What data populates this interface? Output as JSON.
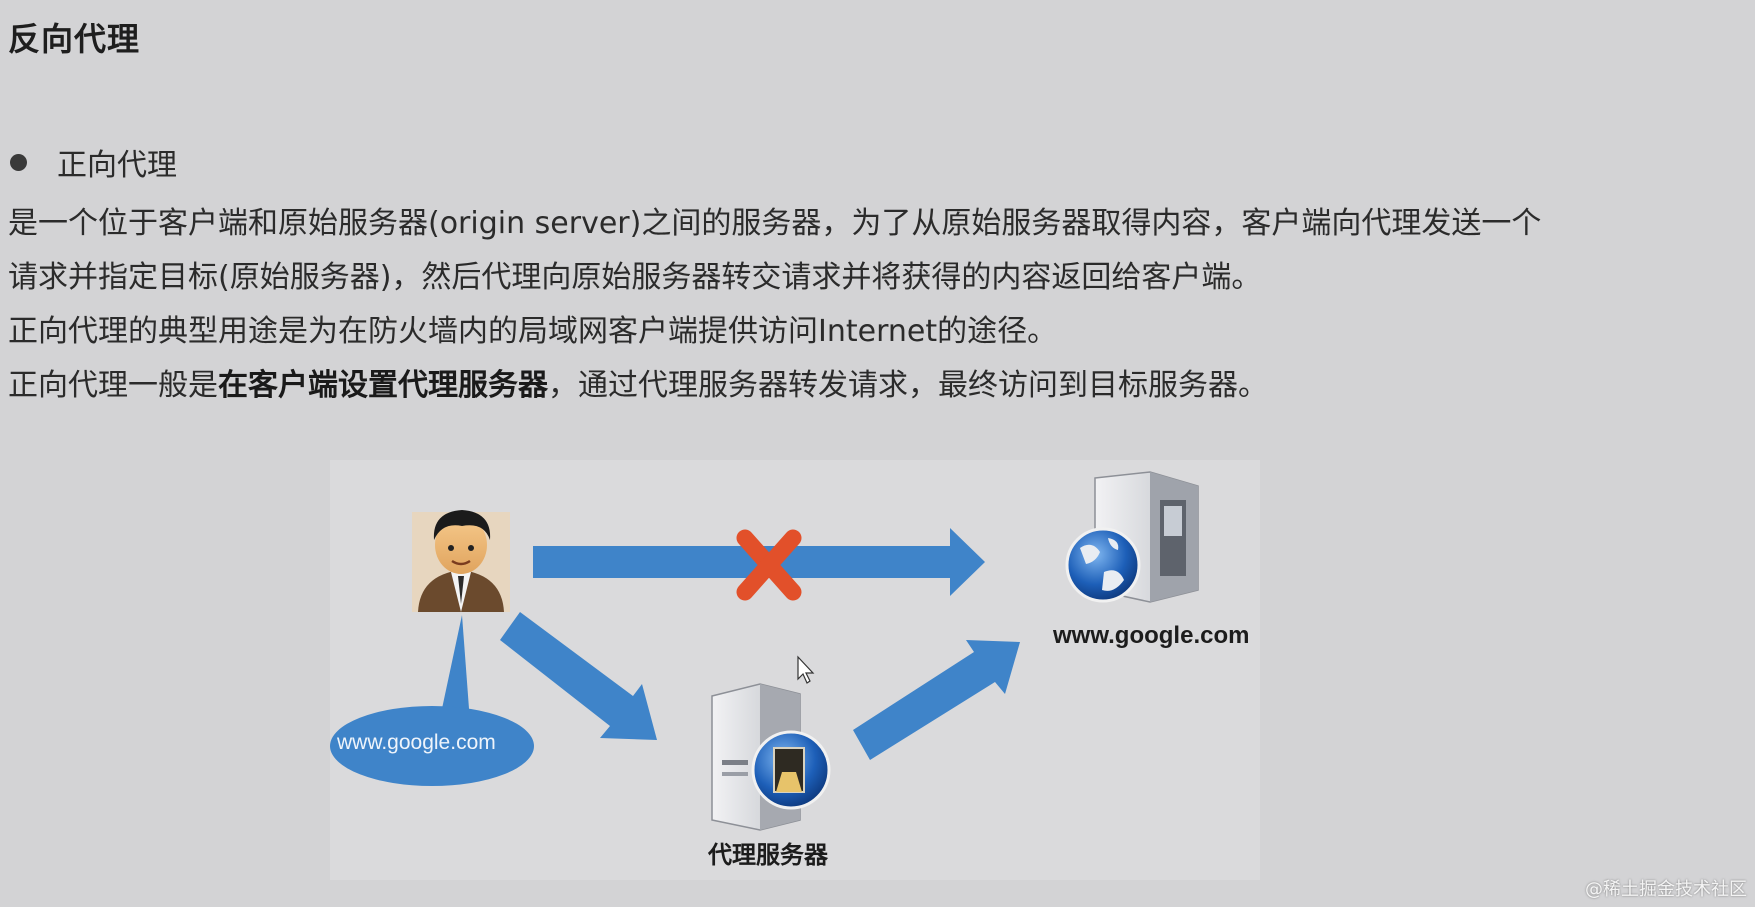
{
  "page": {
    "title": "反向代理",
    "bullet": "正向代理",
    "paragraphs": [
      "是一个位于客户端和原始服务器(origin server)之间的服务器，为了从原始服务器取得内容，客户端向代理发送一个",
      "请求并指定目标(原始服务器)，然后代理向原始服务器转交请求并将获得的内容返回给客户端。",
      "正向代理的典型用途是为在防火墙内的局域网客户端提供访问Internet的途径。"
    ],
    "last_paragraph": {
      "prefix": "正向代理一般是",
      "bold": "在客户端设置代理服务器",
      "suffix": "，通过代理服务器转发请求，最终访问到目标服务器。"
    }
  },
  "diagram": {
    "target_label": "www.google.com",
    "bubble_label": "www.google.com",
    "proxy_label": "代理服务器",
    "colors": {
      "arrow": "#3f84c9",
      "arrow_dark": "#2c6fb2",
      "cross": "#e2502a",
      "background": "#d3d3d5"
    },
    "icons": [
      "user-icon",
      "web-server-icon",
      "proxy-server-icon",
      "blocked-cross-icon"
    ]
  },
  "watermark": "@稀土掘金技术社区"
}
